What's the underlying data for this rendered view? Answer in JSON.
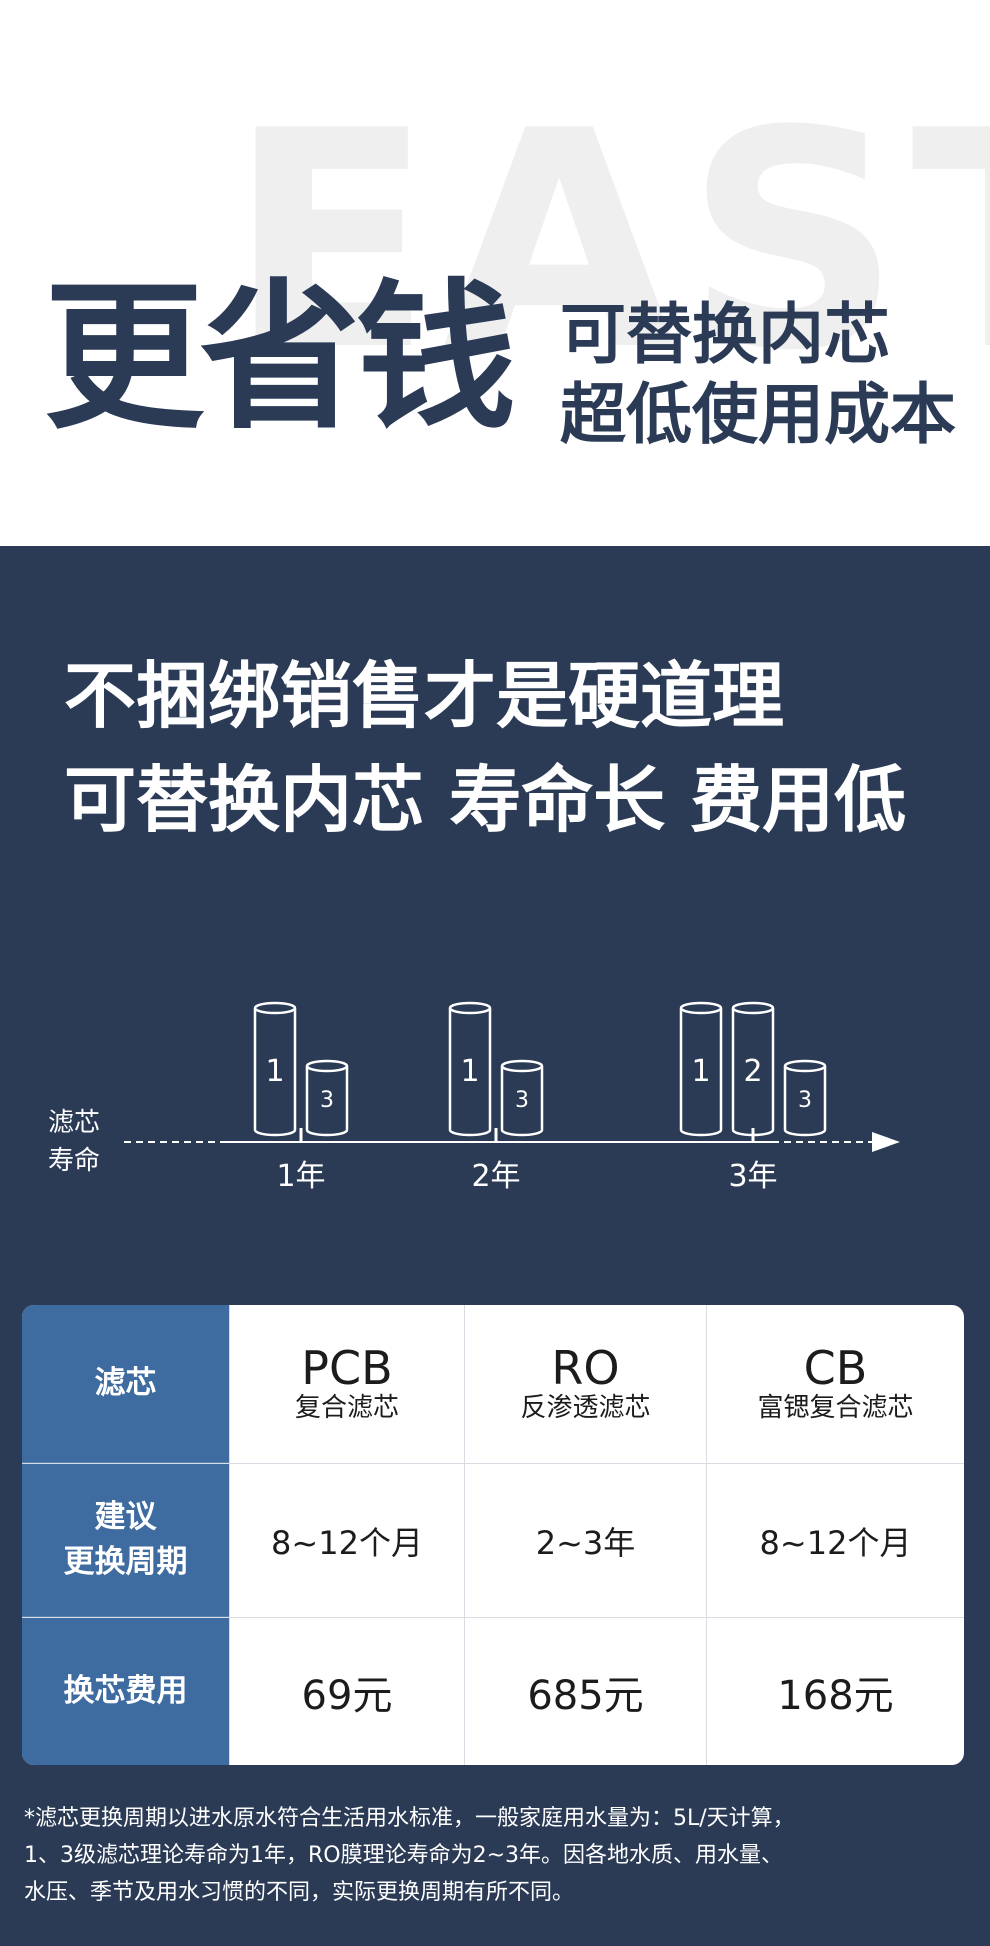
{
  "hero": {
    "watermark": "EAST",
    "main": "更省钱",
    "sub_line1": "可替换内芯",
    "sub_line2": "超低使用成本"
  },
  "headline": {
    "line1": "不捆绑销售才是硬道理",
    "line2": "可替换内芯 寿命长 费用低"
  },
  "timeline": {
    "axis_title_line1": "滤芯",
    "axis_title_line2": "寿命",
    "years": [
      {
        "label": "1年",
        "filters": [
          "1",
          "3"
        ]
      },
      {
        "label": "2年",
        "filters": [
          "1",
          "3"
        ]
      },
      {
        "label": "3年",
        "filters": [
          "1",
          "2",
          "3"
        ]
      }
    ]
  },
  "table": {
    "row_headers": {
      "filter": "滤芯",
      "period_line1": "建议",
      "period_line2": "更换周期",
      "cost": "换芯费用"
    },
    "columns": [
      {
        "code": "PCB",
        "desc": "复合滤芯",
        "period": "8~12个月",
        "cost": "69元"
      },
      {
        "code": "RO",
        "desc": "反渗透滤芯",
        "period": "2~3年",
        "cost": "685元"
      },
      {
        "code": "CB",
        "desc": "富锶复合滤芯",
        "period": "8~12个月",
        "cost": "168元"
      }
    ]
  },
  "footnote": {
    "line1": "*滤芯更换周期以进水原水符合生活用水标准，一般家庭用水量为：5L/天计算，",
    "line2": "1、3级滤芯理论寿命为1年，RO膜理论寿命为2~3年。因各地水质、用水量、",
    "line3": "水压、季节及用水习惯的不同，实际更换周期有所不同。"
  },
  "colors": {
    "navy": "#2b3b56",
    "header_blue": "#3e6ba0",
    "watermark_gray": "#efefef"
  }
}
